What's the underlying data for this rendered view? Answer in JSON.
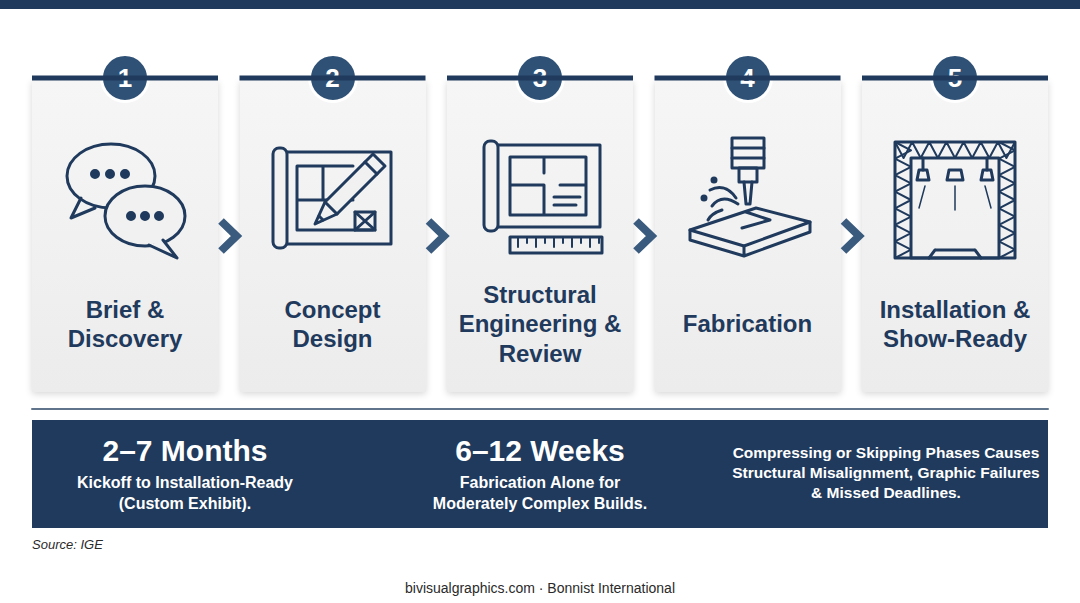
{
  "diagram": {
    "nodes": [
      {
        "text": [
          "1"
        ]
      },
      {
        "text": [
          "Brief & Discovery"
        ]
      },
      {
        "text": [
          "2"
        ]
      },
      {
        "text": [
          "Concept Design"
        ]
      },
      {
        "text": [
          "3"
        ]
      },
      {
        "text": [
          "Structural Engineering & Review"
        ]
      },
      {
        "text": [
          "4"
        ]
      },
      {
        "text": [
          "Fabrication"
        ]
      },
      {
        "text": [
          "5"
        ]
      },
      {
        "text": [
          "Installation & Show-Ready"
        ]
      },
      {
        "text": [
          "2–7 Months",
          "Kickoff to Installation-Ready (Custom Exhibit).",
          "6–12 Weeks",
          "Fabrication Alone for Moderately Complex Builds.",
          "Compressing or Skipping Phases Causes Structural Misalignment, Graphic Failures & Missed Deadlines."
        ]
      }
    ],
    "edges": [
      {
        "from": 1,
        "to": 3,
        "arrow": "to"
      },
      {
        "from": 3,
        "to": 5,
        "arrow": "to"
      },
      {
        "from": 5,
        "to": 7,
        "arrow": "to"
      },
      {
        "from": 7,
        "to": 9,
        "arrow": "to"
      }
    ],
    "labels": [
      "Source: IGE",
      "bivisualgraphics.com · Bonnist International"
    ]
  }
}
